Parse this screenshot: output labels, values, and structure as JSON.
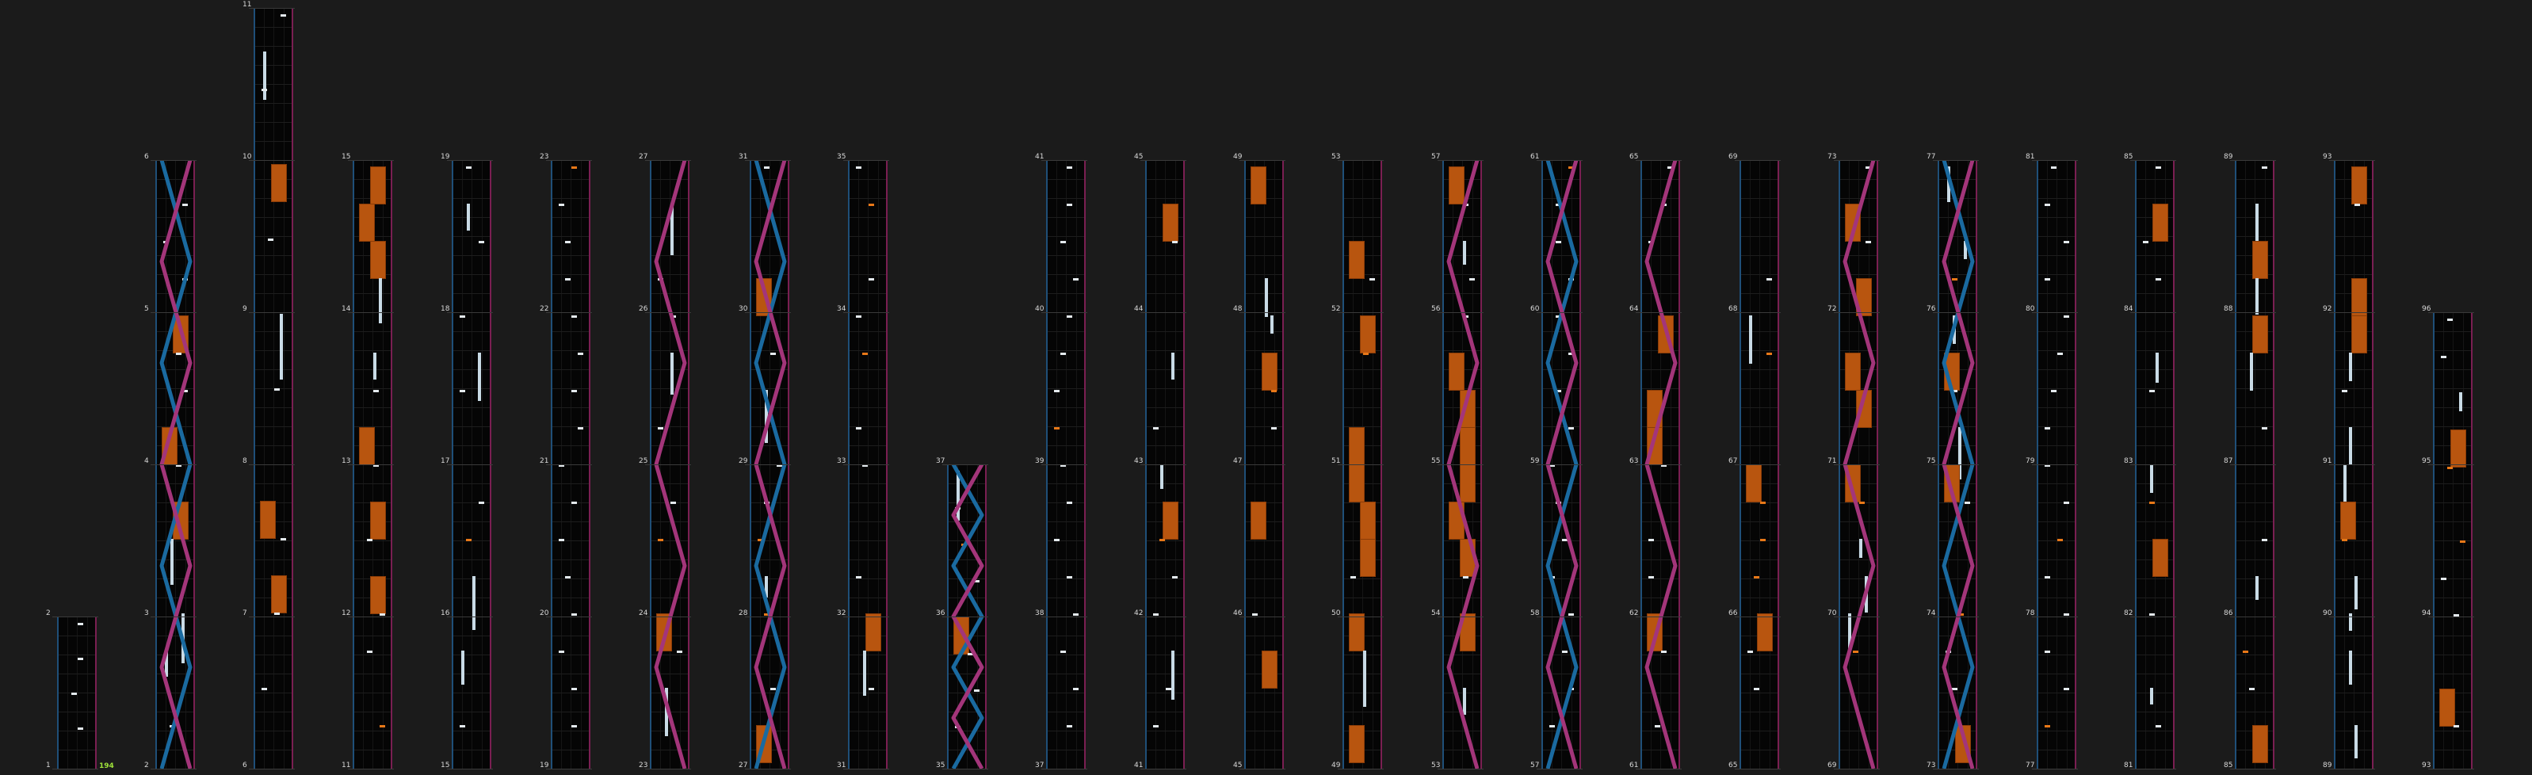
{
  "chart": {
    "total_measures": 96,
    "combo_label": "194",
    "colors": {
      "background": "#1b1b1b",
      "lane_bg": "#050505",
      "tap": "#e4eaee",
      "hold": "#c9dbe6",
      "orange_note": "#e87818",
      "box_note": "#b8550f",
      "slide_left": "#1a6aa0",
      "slide_right": "#a3357a",
      "combo": "#9fe23a",
      "rail_left": "#1f4f78",
      "rail_right": "#7a1f52"
    },
    "measure_labels": [
      "1",
      "2",
      "3",
      "4",
      "5",
      "6",
      "7",
      "8",
      "9",
      "10",
      "11",
      "12",
      "13",
      "14",
      "15",
      "16",
      "17",
      "18",
      "19",
      "20",
      "21",
      "22",
      "23",
      "24",
      "25",
      "26",
      "27",
      "28",
      "29",
      "30",
      "31",
      "32",
      "33",
      "34",
      "35",
      "36",
      "37",
      "38",
      "39",
      "40",
      "41",
      "42",
      "43",
      "44",
      "45",
      "46",
      "47",
      "48",
      "49",
      "50",
      "51",
      "52",
      "53",
      "54",
      "55",
      "56",
      "57",
      "58",
      "59",
      "60",
      "61",
      "62",
      "63",
      "64",
      "65",
      "66",
      "67",
      "68",
      "69",
      "70",
      "71",
      "72",
      "73",
      "74",
      "75",
      "76",
      "77",
      "78",
      "79",
      "80",
      "81",
      "82",
      "83",
      "84",
      "85",
      "86",
      "87",
      "88",
      "89",
      "90",
      "91",
      "92",
      "93",
      "94",
      "95",
      "96"
    ]
  }
}
